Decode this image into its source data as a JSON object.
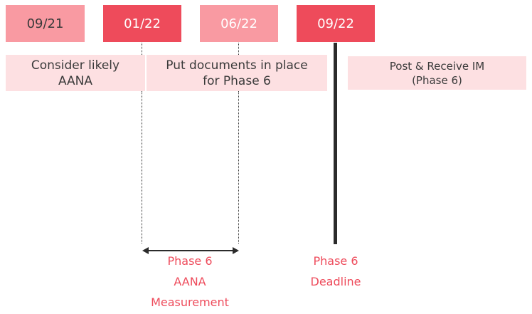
{
  "dates": [
    "09/21",
    "01/22",
    "06/22",
    "09/22"
  ],
  "tasks": {
    "consider": [
      "Consider likely",
      "AANA"
    ],
    "documents": [
      "Put documents in place",
      "for Phase 6"
    ],
    "post_receive": [
      "Post & Receive IM",
      "(Phase 6)"
    ]
  },
  "captions": {
    "measurement": [
      "Phase 6",
      "AANA",
      "Measurement"
    ],
    "deadline": [
      "Phase 6",
      "Deadline"
    ]
  },
  "colors": {
    "date_light": "#f99aa2",
    "date_dark": "#ee4b5b",
    "task_bg": "#fde0e2",
    "caption": "#ee4b5b",
    "line": "#2b2b2b"
  }
}
